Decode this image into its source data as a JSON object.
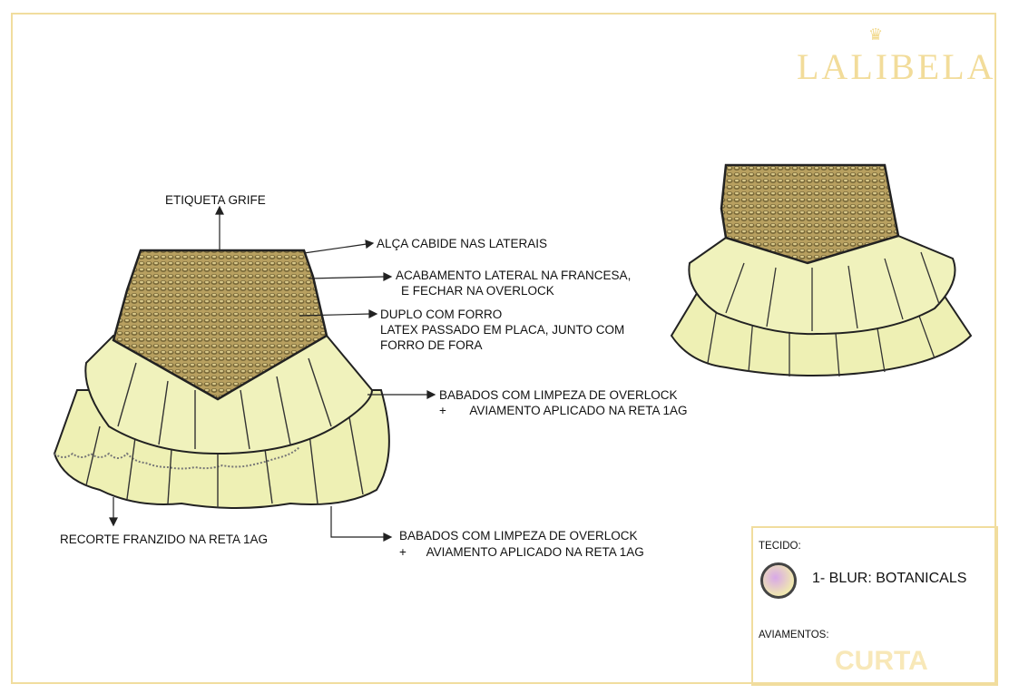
{
  "brand": {
    "logo": "LALIBELA"
  },
  "annotations": {
    "etiqueta": "ETIQUETA GRIFE",
    "alca": "ALÇA CABIDE NAS LATERAIS",
    "acabamento_1": "ACABAMENTO LATERAL NA FRANCESA,",
    "acabamento_2": "E FECHAR NA OVERLOCK",
    "duplo_1": "DUPLO COM FORRO",
    "duplo_2": "LATEX PASSADO EM PLACA, JUNTO COM",
    "duplo_3": "FORRO DE FORA",
    "babados_top_1": "BABADOS COM LIMPEZA DE OVERLOCK",
    "babados_top_2": "+       AVIAMENTO APLICADO NA RETA 1AG",
    "recorte": "RECORTE FRANZIDO NA RETA 1AG",
    "babados_bottom_1": "BABADOS COM LIMPEZA DE OVERLOCK",
    "babados_bottom_2": "+      AVIAMENTO APLICADO NA RETA 1AG"
  },
  "info_box": {
    "tecido_label": "TECIDO:",
    "fabric": "1- BLUR: BOTANICALS",
    "aviamentos_label": "AVIAMENTOS:",
    "model": "CURTA"
  }
}
